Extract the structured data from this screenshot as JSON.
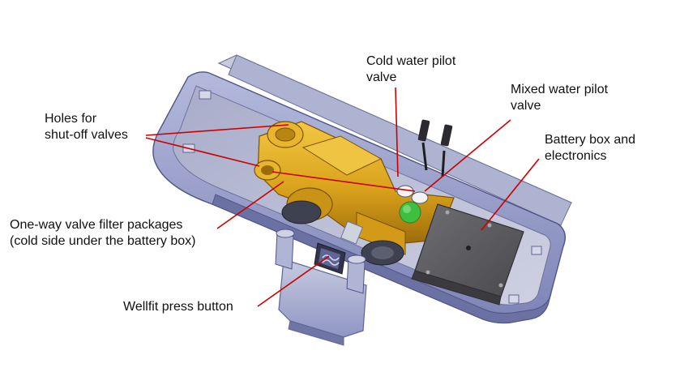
{
  "labels": {
    "cold_pilot": [
      "Cold water pilot",
      "valve"
    ],
    "mixed_pilot": [
      "Mixed water pilot",
      "valve"
    ],
    "holes": [
      "Holes for",
      "shut-off valves"
    ],
    "battery": [
      "Battery box and",
      "electronics"
    ],
    "one_way": [
      "One-way valve filter packages",
      "(cold side under the battery box)"
    ],
    "wellfit": [
      "Wellfit press button"
    ]
  },
  "colors": {
    "housing": "#8f96c4",
    "housing_dark": "#5f6596",
    "brass": "#d9a21b",
    "brass_dark": "#9c6c0a",
    "battery_box": "#5a5a5e",
    "leader_line": "#cc0000",
    "green_marker": "#3fbf3f"
  }
}
